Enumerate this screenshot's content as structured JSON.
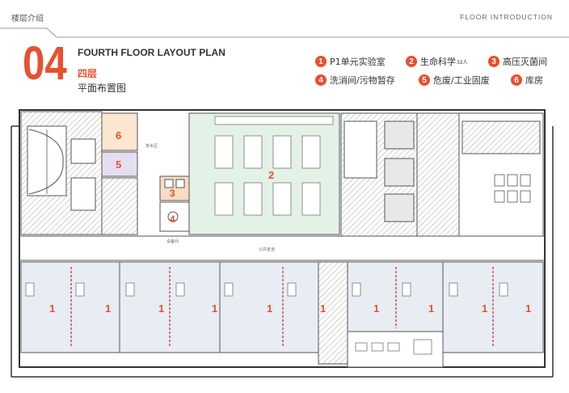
{
  "header": {
    "section_cn": "楼层介绍",
    "section_en": "FLOOR INTRODUCTION"
  },
  "floor": {
    "number": "04",
    "title_en": "FOURTH FLOOR LAYOUT PLAN",
    "title_cn": "四层",
    "subtitle_cn": "平面布置图"
  },
  "legend": [
    {
      "num": "1",
      "label": "P1单元实验室",
      "sup": ""
    },
    {
      "num": "2",
      "label": "生命科学",
      "sup": "32人"
    },
    {
      "num": "3",
      "label": "高压灭菌间",
      "sup": ""
    },
    {
      "num": "4",
      "label": "洗消间/污物暂存",
      "sup": ""
    },
    {
      "num": "5",
      "label": "危废/工业固废",
      "sup": ""
    },
    {
      "num": "6",
      "label": "库房",
      "sup": ""
    }
  ],
  "plan_labels": {
    "corridor": "公共走道",
    "room_a": "茶水区",
    "room_b": "设备间",
    "zone_labels": [
      "6",
      "5",
      "2",
      "3",
      "4",
      "1",
      "1",
      "1",
      "1",
      "1",
      "1",
      "1",
      "1",
      "1",
      "1"
    ]
  },
  "colors": {
    "accent": "#e8502f",
    "zone2_fill": "#e3f1e6",
    "zone3_fill": "#f6dcc4",
    "zone5_fill": "#e4def0",
    "zone6_fill": "#fbe6cf",
    "lab_fill": "#e8ecf3",
    "hatch": "#999999"
  }
}
